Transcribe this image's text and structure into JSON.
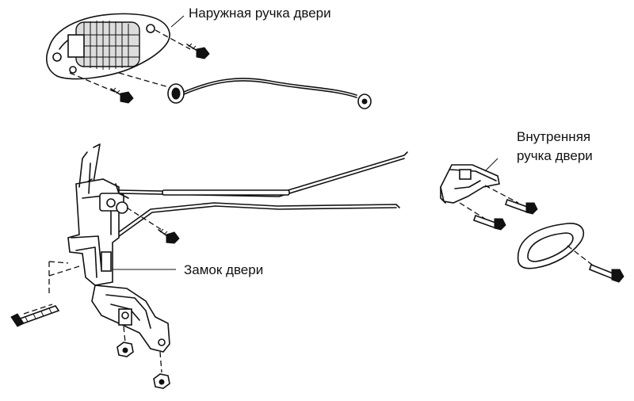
{
  "labels": {
    "outer_handle": "Наружная ручка двери",
    "inner_handle_line1": "Внутренняя",
    "inner_handle_line2": "ручка двери",
    "door_lock": "Замок двери"
  },
  "colors": {
    "ink": "#111111",
    "background": "#ffffff"
  }
}
